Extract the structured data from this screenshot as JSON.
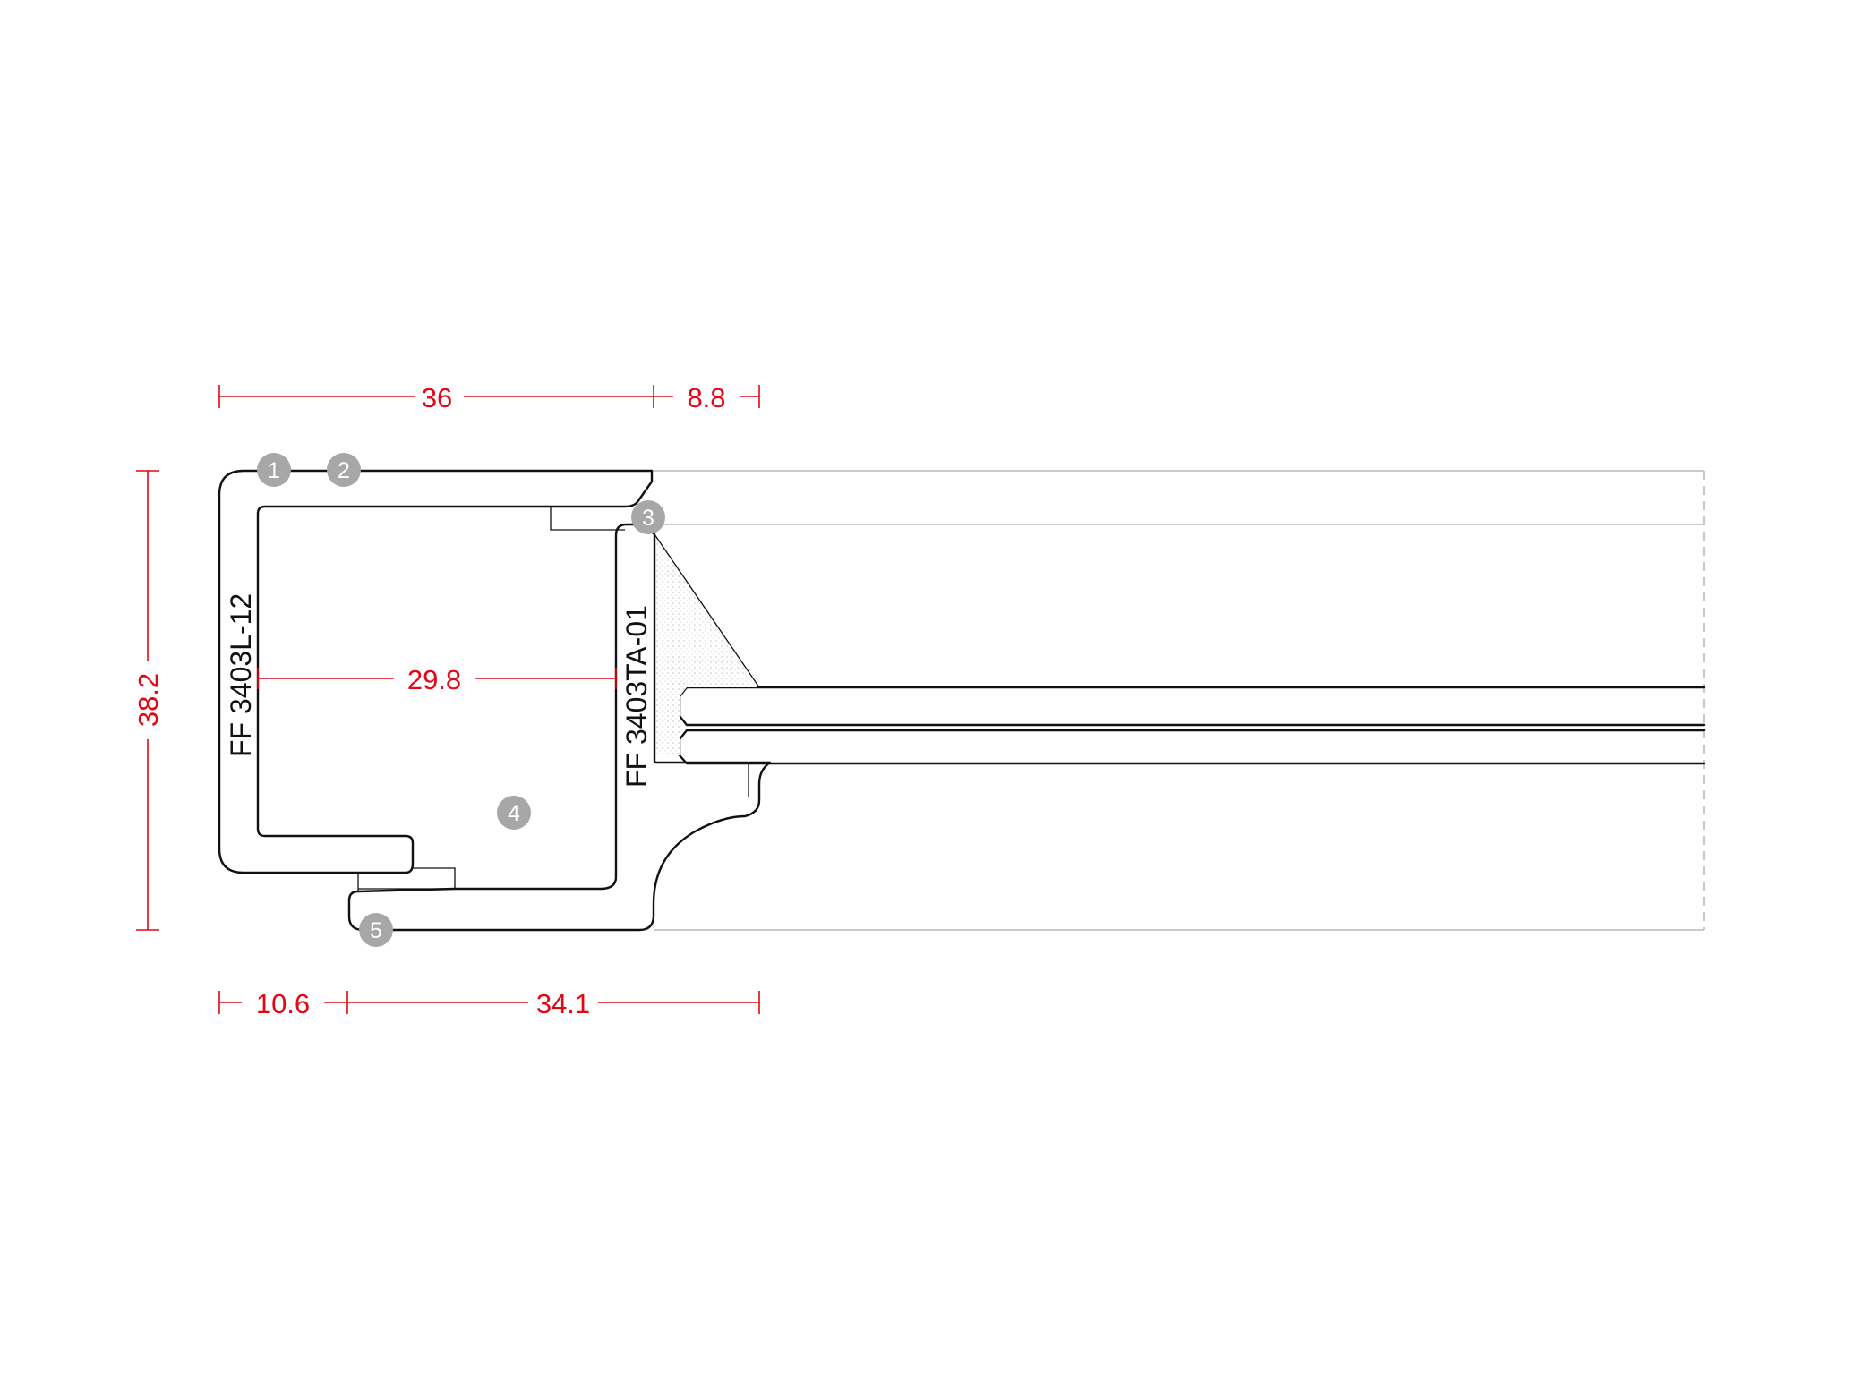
{
  "colors": {
    "dimension": "#e30613",
    "outline": "#111111",
    "guide": "#b9b9b9",
    "callout_fill": "#a7a7a7",
    "callout_text": "#ffffff",
    "seal_hatch": "#d9d9d9"
  },
  "dimensions": {
    "top_left": "36",
    "top_right": "8.8",
    "height": "38.2",
    "inner_width": "29.8",
    "bottom_left": "10.6",
    "bottom_right": "34.1"
  },
  "part_labels": {
    "frame": "FF 3403L-12",
    "sash": "FF 3403TA-01"
  },
  "callouts": [
    "1",
    "2",
    "3",
    "4",
    "5"
  ]
}
